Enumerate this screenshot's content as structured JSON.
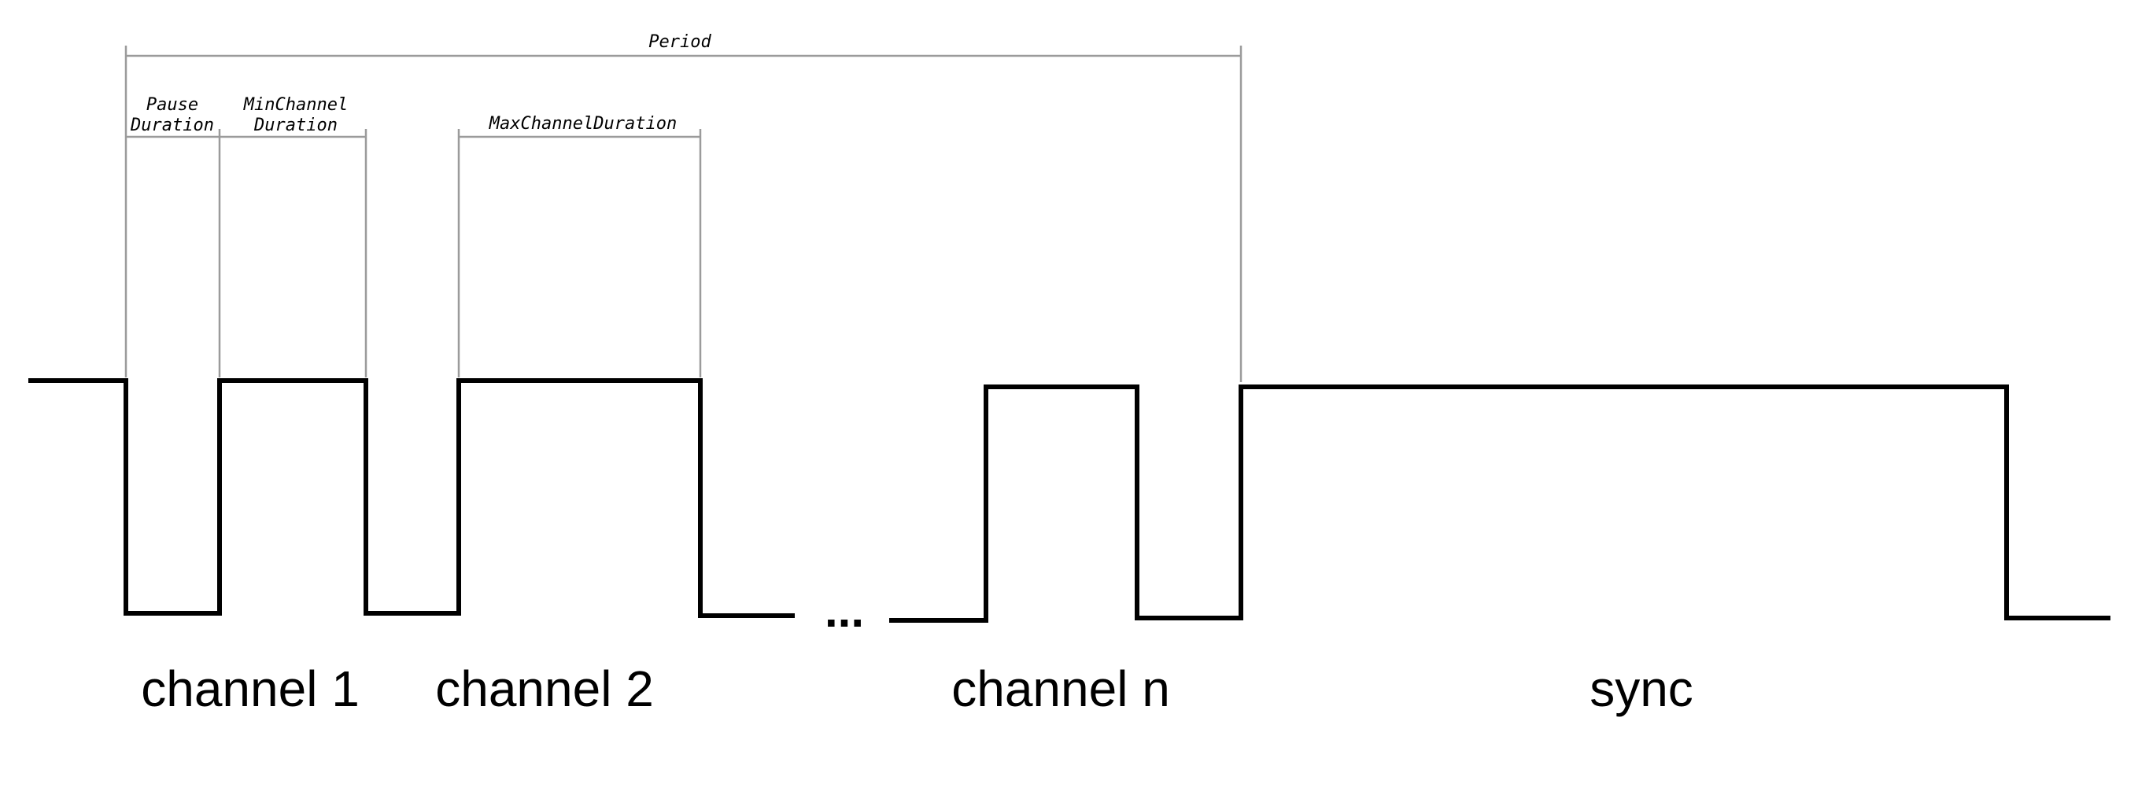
{
  "annotations": {
    "period": "Period",
    "pause_duration_line1": "Pause",
    "pause_duration_line2": "Duration",
    "min_channel_duration_line1": "MinChannel",
    "min_channel_duration_line2": "Duration",
    "max_channel_duration": "MaxChannelDuration"
  },
  "channels": {
    "channel_1": "channel 1",
    "channel_2": "channel 2",
    "ellipsis": "...",
    "channel_n": "channel n",
    "sync": "sync"
  },
  "colors": {
    "signal": "#000000",
    "dimension_lines": "#9b9b9b",
    "background": "#ffffff"
  }
}
